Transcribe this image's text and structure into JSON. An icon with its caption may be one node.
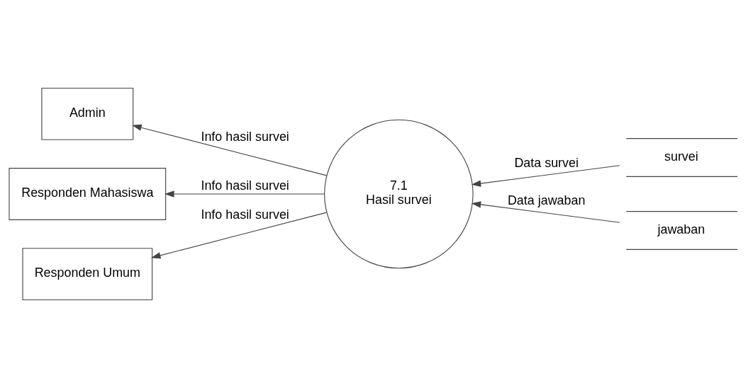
{
  "diagram": {
    "nodes": [
      {
        "text": [
          "Admin"
        ]
      },
      {
        "text": [
          "Responden Mahasiswa"
        ]
      },
      {
        "text": [
          "Responden Umum"
        ]
      },
      {
        "text": [
          "7.1",
          "Hasil survei"
        ]
      },
      {
        "text": [
          "survei"
        ]
      },
      {
        "text": [
          "jawaban"
        ]
      }
    ],
    "edges": [
      {
        "from": 4,
        "to": 3,
        "label": "Data survei",
        "arrow": "to"
      },
      {
        "from": 5,
        "to": 3,
        "label": "Data jawaban",
        "arrow": "to"
      },
      {
        "from": 3,
        "to": 0,
        "label": "Info hasil survei",
        "arrow": "to"
      },
      {
        "from": 3,
        "to": 1,
        "label": "Info hasil survei",
        "arrow": "to"
      },
      {
        "from": 3,
        "to": 2,
        "label": "Info hasil survei",
        "arrow": "to"
      }
    ]
  }
}
